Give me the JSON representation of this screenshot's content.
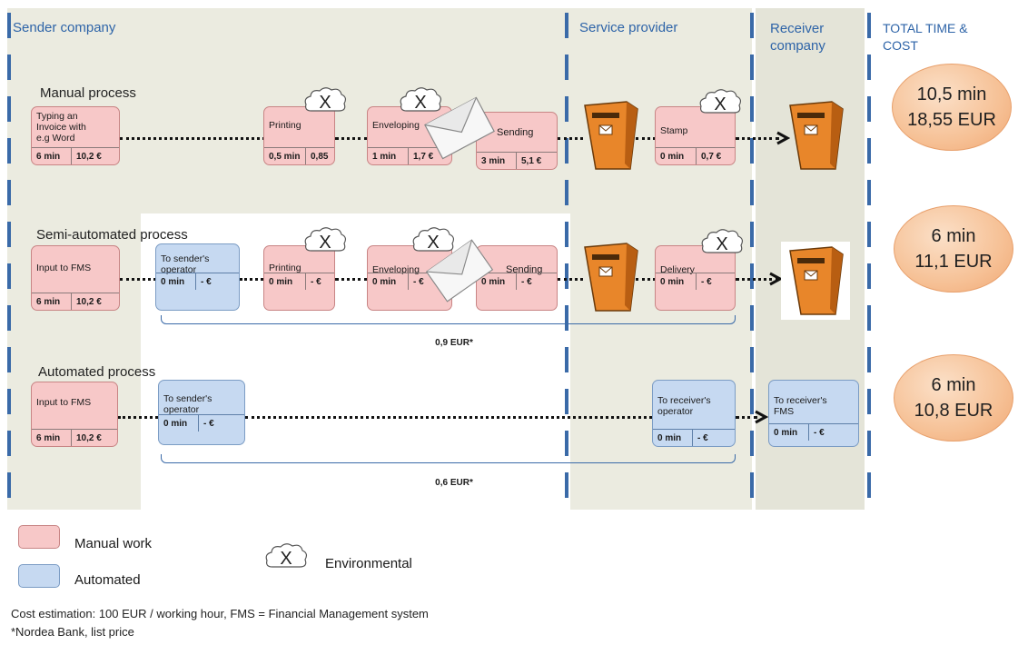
{
  "zones": {
    "sender": "Sender company",
    "provider": "Service provider",
    "receiver": "Receiver company",
    "total": "TOTAL TIME & COST"
  },
  "rows": {
    "manual": {
      "title": "Manual process",
      "steps": [
        {
          "label": "Typing an Invoice with e.g Word",
          "time": "6 min",
          "cost": "10,2 €",
          "kind": "manual"
        },
        {
          "label": "Printing",
          "time": "0,5 min",
          "cost": "0,85",
          "kind": "manual"
        },
        {
          "label": "Enveloping",
          "time": "1 min",
          "cost": "1,7 €",
          "kind": "manual"
        },
        {
          "label": "Sending",
          "time": "3 min",
          "cost": "5,1 €",
          "kind": "manual"
        },
        {
          "label": "Stamp",
          "time": "0 min",
          "cost": "0,7 €",
          "kind": "manual"
        }
      ],
      "total_time": "10,5 min",
      "total_cost": "18,55 EUR"
    },
    "semi": {
      "title": "Semi-automated process",
      "steps": [
        {
          "label": "Input to FMS",
          "time": "6 min",
          "cost": "10,2 €",
          "kind": "manual"
        },
        {
          "label": "To sender's operator",
          "time": "0 min",
          "cost": "- €",
          "kind": "auto"
        },
        {
          "label": "Printing",
          "time": "0 min",
          "cost": "- €",
          "kind": "manual"
        },
        {
          "label": "Enveloping",
          "time": "0 min",
          "cost": "- €",
          "kind": "manual"
        },
        {
          "label": "Sending",
          "time": "0 min",
          "cost": "- €",
          "kind": "manual"
        },
        {
          "label": "Delivery",
          "time": "0 min",
          "cost": "- €",
          "kind": "manual"
        }
      ],
      "brace_label": "0,9 EUR*",
      "total_time": "6 min",
      "total_cost": "11,1 EUR"
    },
    "auto": {
      "title": "Automated process",
      "steps": [
        {
          "label": "Input to FMS",
          "time": "6 min",
          "cost": "10,2 €",
          "kind": "manual"
        },
        {
          "label": "To sender's operator",
          "time": "0 min",
          "cost": "- €",
          "kind": "auto"
        },
        {
          "label": "To receiver's operator",
          "time": "0 min",
          "cost": "- €",
          "kind": "auto"
        },
        {
          "label": "To receiver's FMS",
          "time": "0 min",
          "cost": "- €",
          "kind": "auto"
        }
      ],
      "brace_label": "0,6 EUR*",
      "total_time": "6 min",
      "total_cost": "10,8 EUR"
    }
  },
  "legend": {
    "manual": "Manual work",
    "automated": "Automated",
    "environmental": "Environmental",
    "environmental_symbol": "X"
  },
  "footnotes": {
    "cost": "Cost estimation: 100 EUR / working hour, FMS = Financial Management system",
    "source": "*Nordea Bank, list price"
  },
  "colors": {
    "manual_fill": "#f7c8c8",
    "auto_fill": "#c6d9f1",
    "zone_fill": "#ebebe0",
    "accent_blue": "#2e64a8",
    "total_orange": "#f6c196",
    "mailbox_orange": "#e8862a"
  },
  "icons": [
    "cloud-x-icon",
    "envelope-icon",
    "mailbox-icon",
    "arrow-right-icon"
  ]
}
